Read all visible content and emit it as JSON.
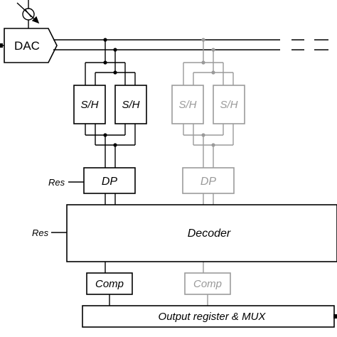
{
  "blocks": {
    "dac": "DAC",
    "sh_left_a": "S/H",
    "sh_left_b": "S/H",
    "sh_right_a": "S/H",
    "sh_right_b": "S/H",
    "dp_left": "DP",
    "dp_right": "DP",
    "decoder": "Decoder",
    "comp_left": "Comp",
    "comp_right": "Comp",
    "output": "Output register & MUX"
  },
  "inputs": {
    "res_dp": "Res",
    "res_decoder": "Res"
  },
  "colors": {
    "active": "#000000",
    "ghost": "#9a9a9a"
  }
}
